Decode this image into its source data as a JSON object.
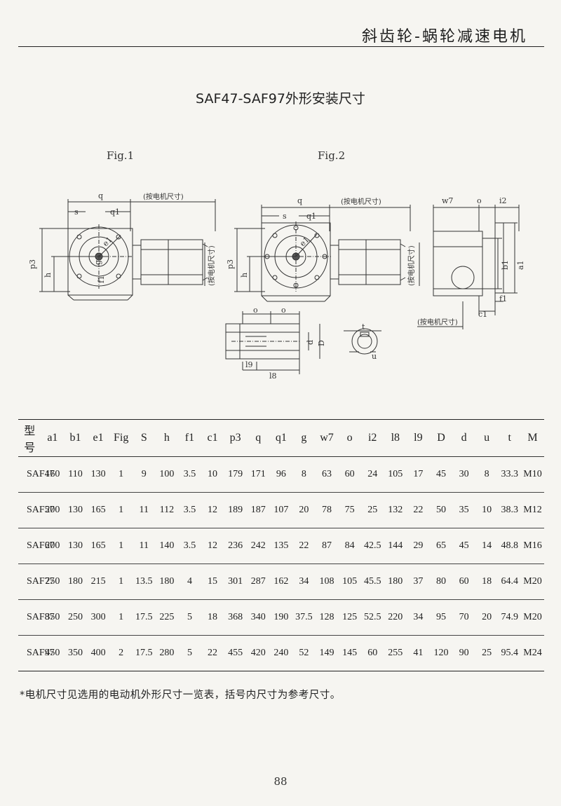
{
  "header": {
    "title": "斜齿轮-蜗轮减速电机"
  },
  "page_title": "SAF47-SAF97外形安装尺寸",
  "figures": {
    "fig1": {
      "label": "Fig.1",
      "dims": {
        "q": "q",
        "motor_note": "(按电机尺寸)",
        "s": "s",
        "q1": "q1",
        "e1": "e1",
        "p3": "p3",
        "h": "h",
        "g": "g",
        "f1": "f1",
        "motor_note_v": "(按电机尺寸)"
      }
    },
    "fig2": {
      "label": "Fig.2",
      "dims": {
        "q": "q",
        "motor_note": "(按电机尺寸)",
        "s": "s",
        "q1": "q1",
        "e1": "e1",
        "p3": "p3",
        "h": "h",
        "motor_note_v": "(按电机尺寸)"
      }
    },
    "side": {
      "dims": {
        "w7": "w7",
        "o": "o",
        "i2": "i2",
        "b1": "b1",
        "a1": "a1",
        "c1": "c1",
        "f1": "f1",
        "motor_note": "(按电机尺寸)"
      }
    },
    "shaft": {
      "dims": {
        "o_left": "o",
        "o_right": "o",
        "d": "d",
        "D": "D",
        "l9": "l9",
        "l8": "l8",
        "t": "t",
        "u": "u"
      }
    }
  },
  "table": {
    "headers": [
      "型号",
      "a1",
      "b1",
      "e1",
      "Fig",
      "S",
      "h",
      "f1",
      "c1",
      "p3",
      "q",
      "q1",
      "g",
      "w7",
      "o",
      "i2",
      "l8",
      "l9",
      "D",
      "d",
      "u",
      "t",
      "M"
    ],
    "rows": [
      [
        "SAF47",
        "160",
        "110",
        "130",
        "1",
        "9",
        "100",
        "3.5",
        "10",
        "179",
        "171",
        "96",
        "8",
        "63",
        "60",
        "24",
        "105",
        "17",
        "45",
        "30",
        "8",
        "33.3",
        "M10"
      ],
      [
        "SAF57",
        "200",
        "130",
        "165",
        "1",
        "11",
        "112",
        "3.5",
        "12",
        "189",
        "187",
        "107",
        "20",
        "78",
        "75",
        "25",
        "132",
        "22",
        "50",
        "35",
        "10",
        "38.3",
        "M12"
      ],
      [
        "SAF67",
        "200",
        "130",
        "165",
        "1",
        "11",
        "140",
        "3.5",
        "12",
        "236",
        "242",
        "135",
        "22",
        "87",
        "84",
        "42.5",
        "144",
        "29",
        "65",
        "45",
        "14",
        "48.8",
        "M16"
      ],
      [
        "SAF77",
        "250",
        "180",
        "215",
        "1",
        "13.5",
        "180",
        "4",
        "15",
        "301",
        "287",
        "162",
        "34",
        "108",
        "105",
        "45.5",
        "180",
        "37",
        "80",
        "60",
        "18",
        "64.4",
        "M20"
      ],
      [
        "SAF87",
        "350",
        "250",
        "300",
        "1",
        "17.5",
        "225",
        "5",
        "18",
        "368",
        "340",
        "190",
        "37.5",
        "128",
        "125",
        "52.5",
        "220",
        "34",
        "95",
        "70",
        "20",
        "74.9",
        "M20"
      ],
      [
        "SAF97",
        "450",
        "350",
        "400",
        "2",
        "17.5",
        "280",
        "5",
        "22",
        "455",
        "420",
        "240",
        "52",
        "149",
        "145",
        "60",
        "255",
        "41",
        "120",
        "90",
        "25",
        "95.4",
        "M24"
      ]
    ]
  },
  "footnote": "*电机尺寸见选用的电动机外形尺寸一览表，括号内尺寸为参考尺寸。",
  "page_number": "88"
}
